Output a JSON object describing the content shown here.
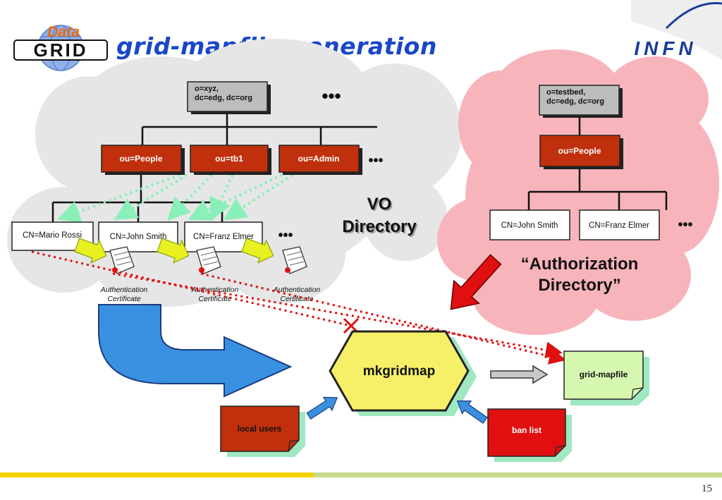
{
  "slide": {
    "title": "grid-mapfile generation",
    "page_number": "15",
    "logo_left_top": "Data",
    "logo_left_bottom": "GRID",
    "logo_right": "INFN"
  },
  "vo": {
    "label_line1": "VO",
    "label_line2": "Directory",
    "root_line1": "o=xyz,",
    "root_line2": "dc=edg, dc=org",
    "ous": [
      "ou=People",
      "ou=tb1",
      "ou=Admin"
    ],
    "cns": [
      "CN=Mario Rossi",
      "CN=John Smith",
      "CN=Franz Elmer"
    ],
    "cert_line1": "Authentication",
    "cert_line2": "Certificate",
    "ellipsis": "•••"
  },
  "auth": {
    "label_line1": "“Authorization",
    "label_line2": "Directory”",
    "root_line1": "o=testbed,",
    "root_line2": "dc=edg, dc=org",
    "ou": "ou=People",
    "cns": [
      "CN=John Smith",
      "CN=Franz Elmer"
    ],
    "ellipsis": "•••"
  },
  "process": {
    "tool": "mkgridmap",
    "output": "grid-mapfile",
    "local_users": "local users",
    "ban_list": "ban list"
  },
  "colors": {
    "title": "#1a47c8",
    "ou_box": "#c0300c",
    "root_box": "#bdbdbd",
    "vo_cloud": "#e6e6e6",
    "auth_cloud": "#f8b4bb",
    "hexagon": "#f5f068",
    "gridmap_note": "#d6f7b0",
    "ban_list": "#e01010",
    "dotted_line": "#e01010",
    "big_arrow": "#3a90e0",
    "red_arrow": "#e01010",
    "footer_yellow": "#f2d200",
    "footer_green": "#c9d98a"
  }
}
